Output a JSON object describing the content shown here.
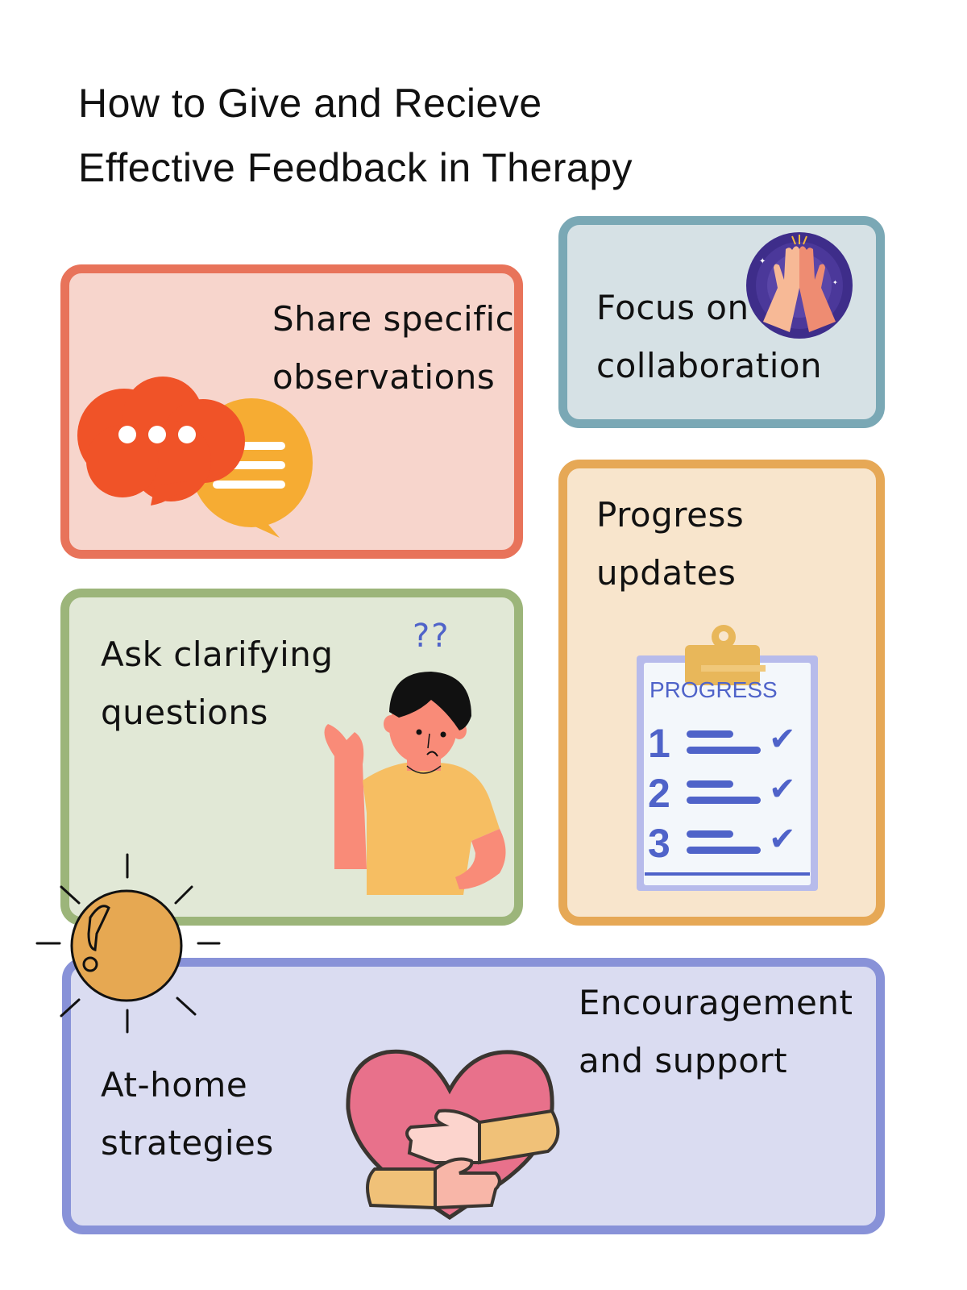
{
  "title": {
    "line1": "How to Give and Recieve",
    "line2": "Effective Feedback in Therapy"
  },
  "cards": {
    "share": {
      "line1": "Share specific",
      "line2": "observations",
      "bg": "#f7d5cc",
      "border": "#e8735a",
      "icon": "speech-bubbles-icon"
    },
    "collab": {
      "line1": "Focus on",
      "line2": "collaboration",
      "bg": "#d6e1e5",
      "border": "#7aa8b5",
      "icon": "high-five-icon"
    },
    "progress": {
      "line1": "Progress",
      "line2": "updates",
      "bg": "#f8e5cc",
      "border": "#e6a856",
      "icon": "clipboard-checklist-icon",
      "clipboard": {
        "heading": "PROGRESS",
        "items": [
          "1",
          "2",
          "3"
        ]
      }
    },
    "clarify": {
      "line1": "Ask clarifying",
      "line2": "questions",
      "bg": "#e1e8d6",
      "border": "#9cb57a",
      "icon": "confused-person-icon",
      "marks": "??"
    },
    "support": {
      "line1": "Encouragement",
      "line2": "and support",
      "line3": "At-home",
      "line4": "strategies",
      "bg": "#dadcf1",
      "border": "#8892d8",
      "icon": "heart-hug-icon"
    }
  },
  "badge": {
    "icon": "exclamation-sun-icon",
    "color": "#e6a852"
  }
}
